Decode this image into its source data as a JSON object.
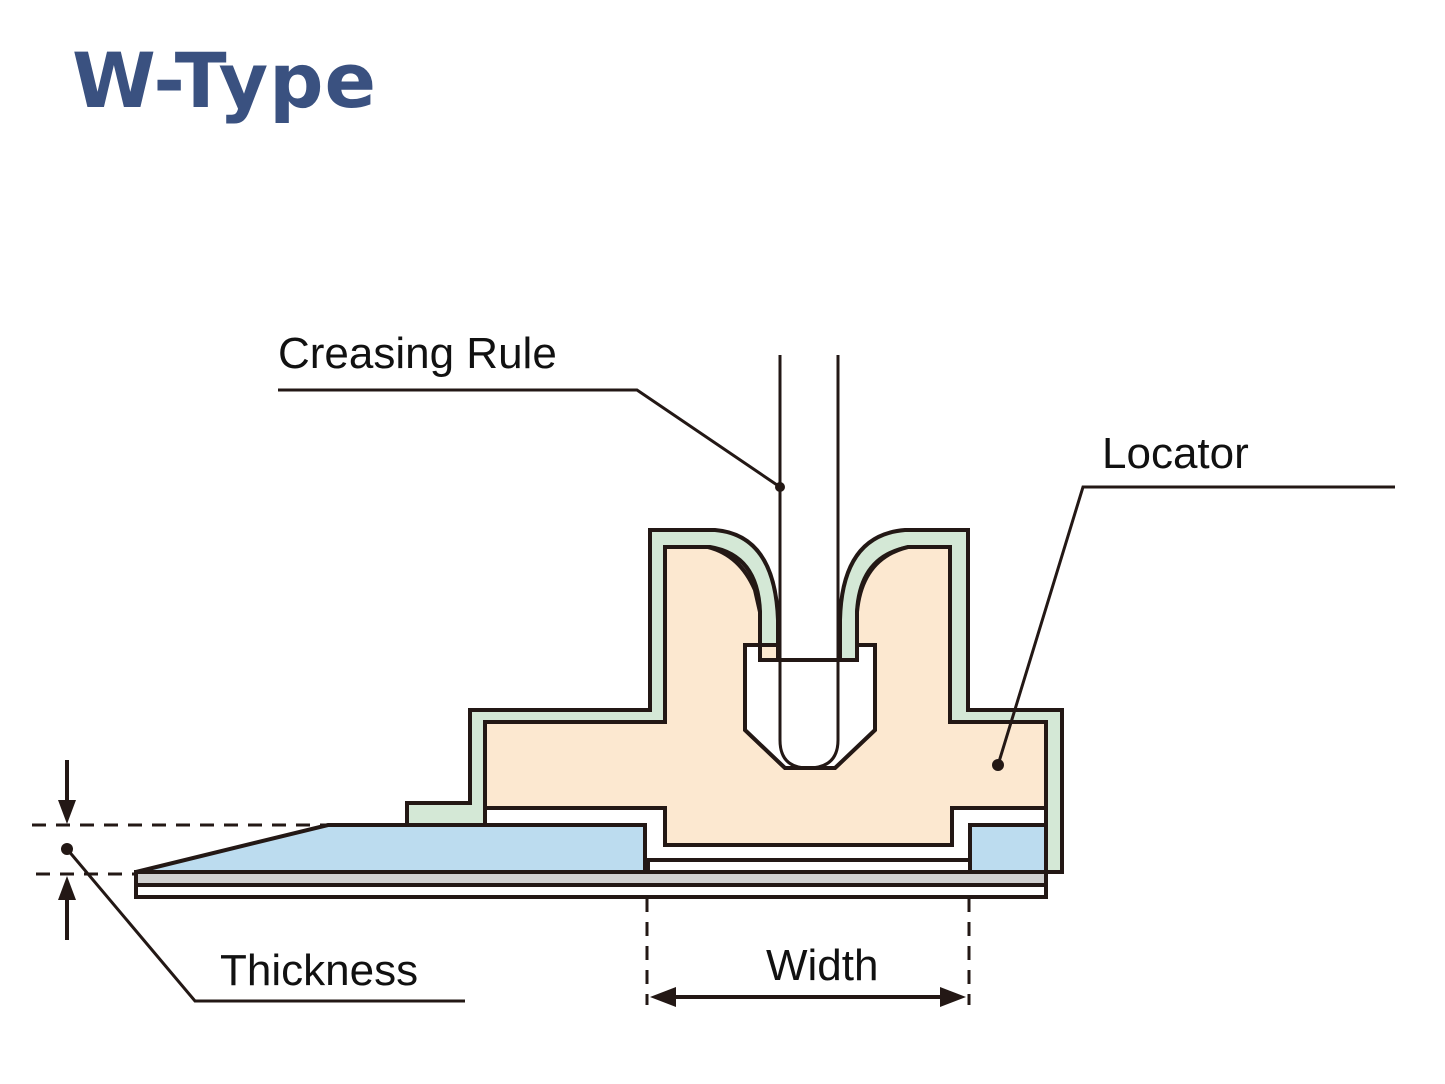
{
  "title": "W-Type",
  "labels": {
    "creasing_rule": "Creasing Rule",
    "locator": "Locator",
    "thickness": "Thickness",
    "width": "Width"
  },
  "colors": {
    "title": "#3a5180",
    "locator_body": "#fce8d0",
    "shell": "#d4e8d6",
    "board": "#bcdcef",
    "base_plate": "#d0d0d0",
    "outline": "#231815"
  }
}
